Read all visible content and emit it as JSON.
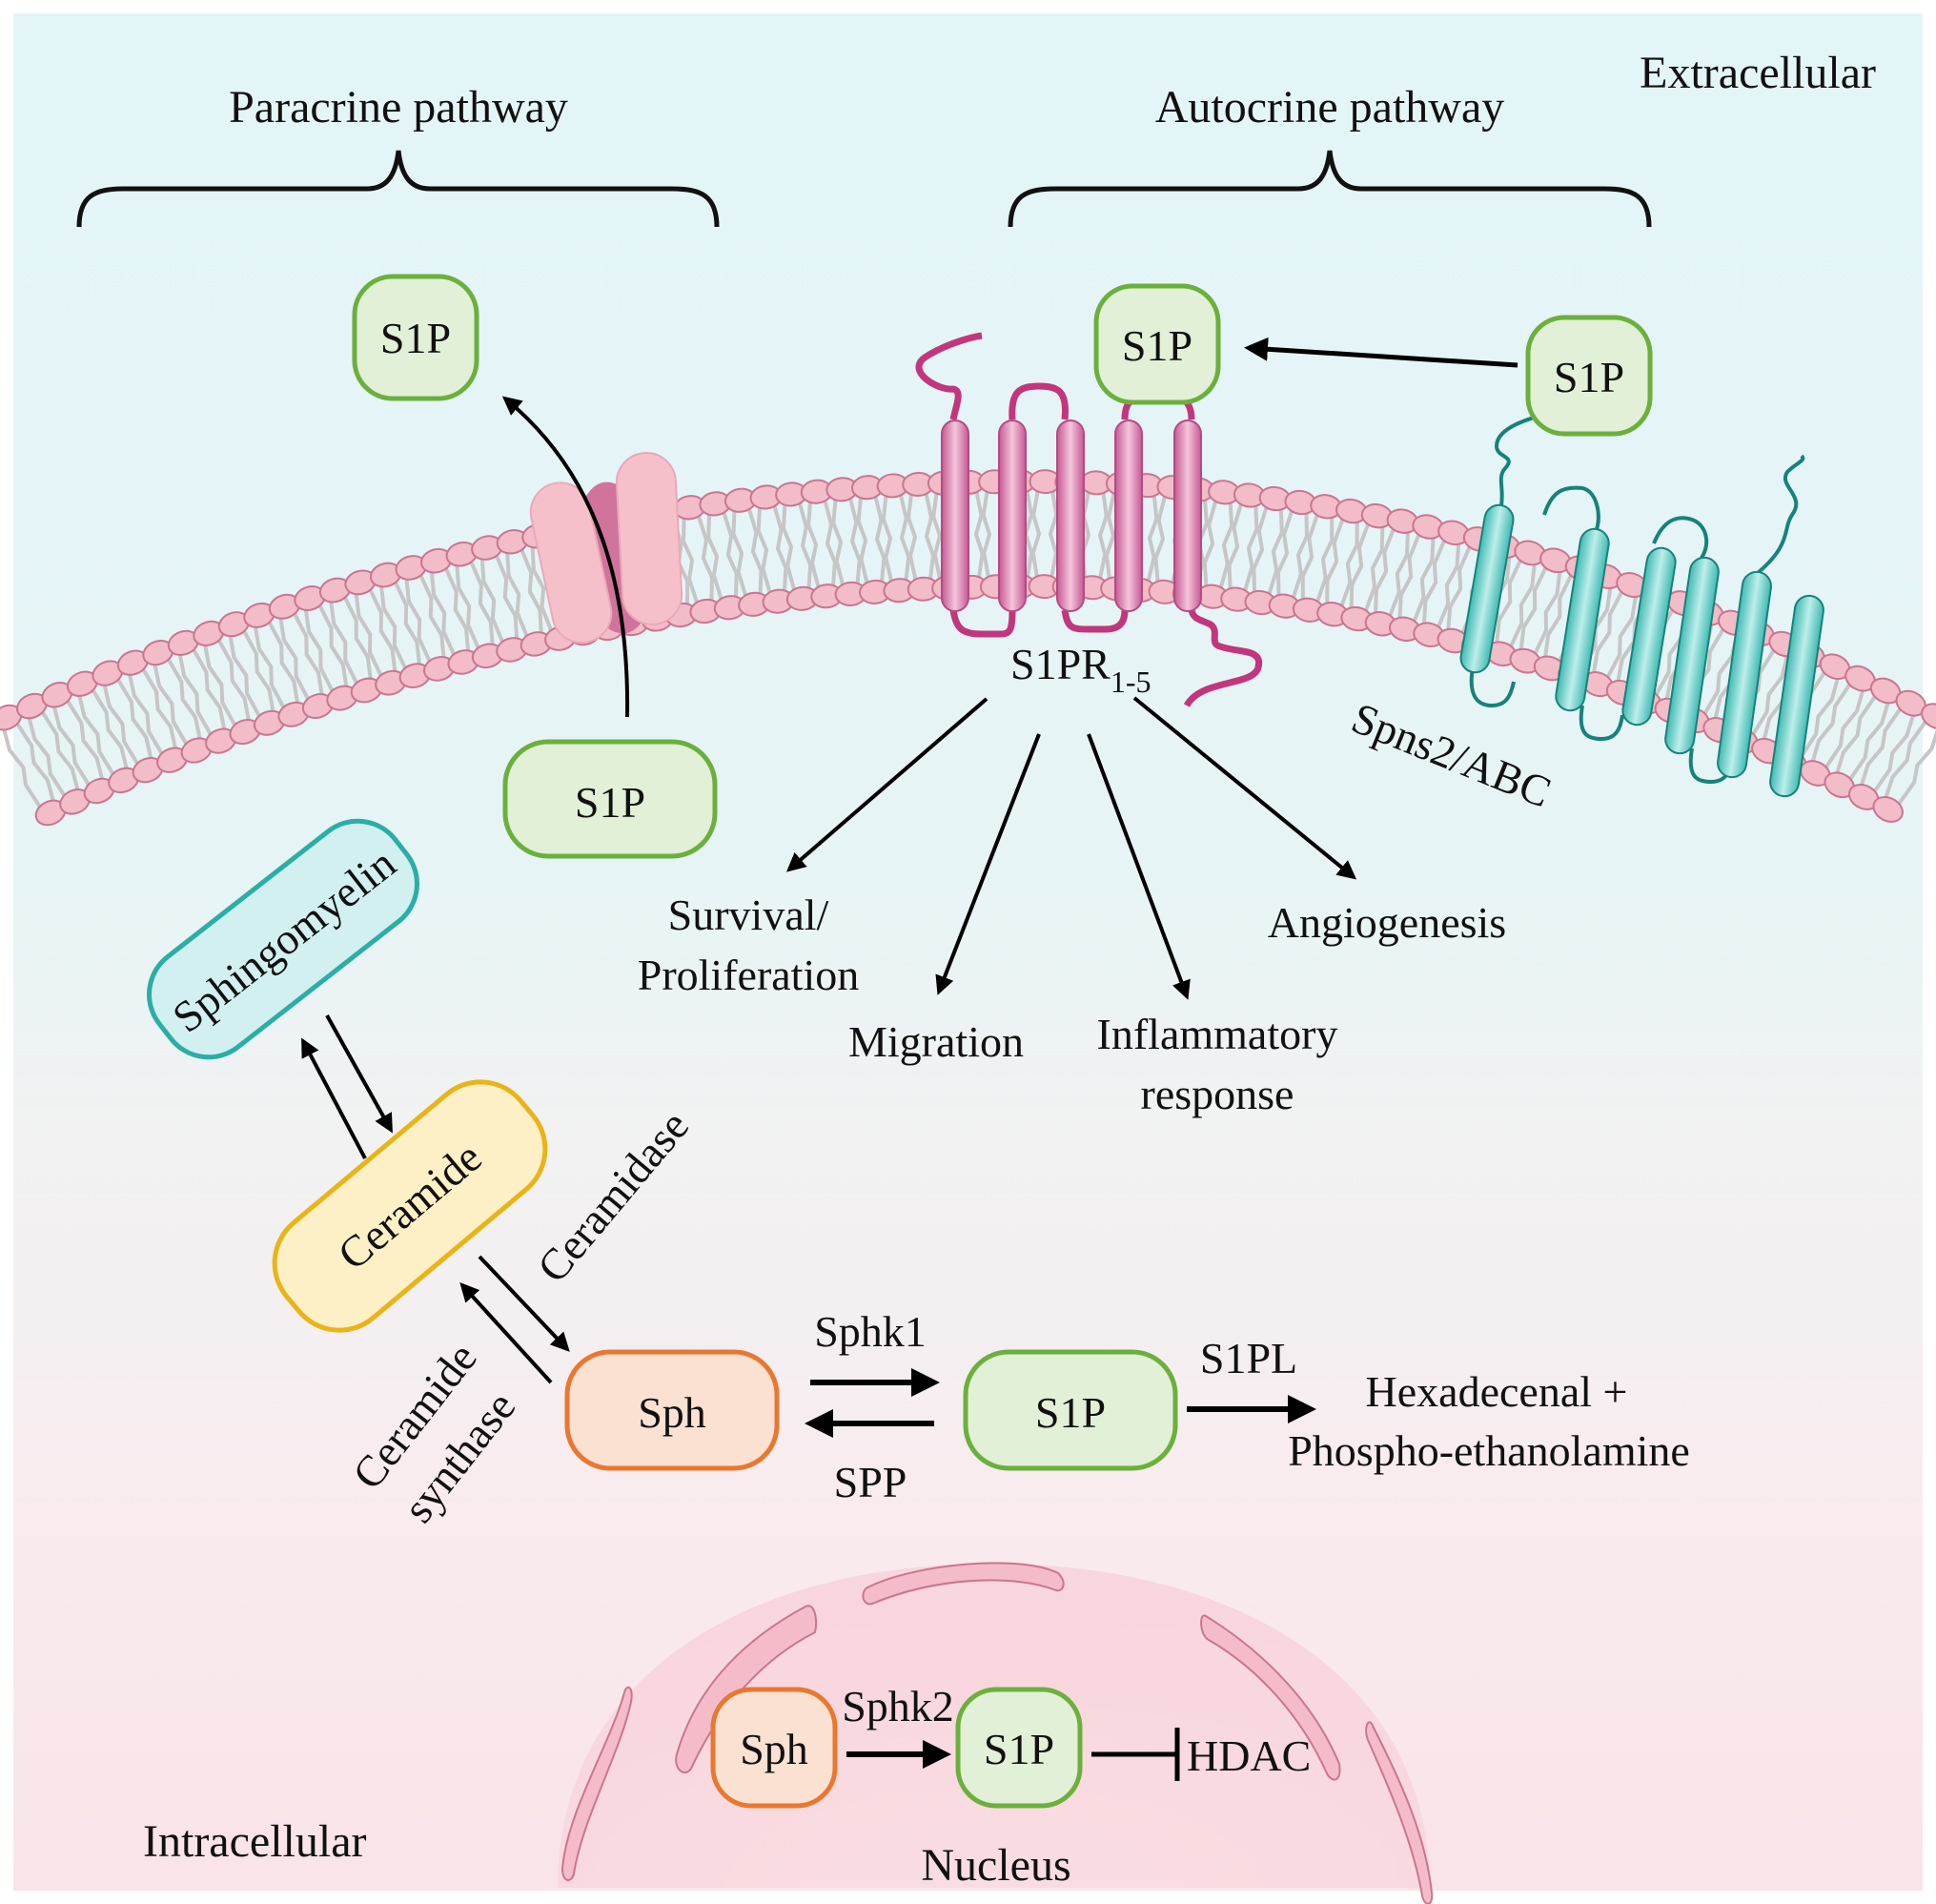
{
  "regions": {
    "extracellular": "Extracellular",
    "intracellular": "Intracellular",
    "nucleus": "Nucleus"
  },
  "pathways": {
    "paracrine": "Paracrine pathway",
    "autocrine": "Autocrine pathway"
  },
  "membrane_proteins": {
    "receptor": {
      "base": "S1PR",
      "subscript": "1-5"
    },
    "transporter": "Spns2/ABC"
  },
  "nodes": {
    "s1p_paracrine_out": "S1P",
    "s1p_paracrine_in": "S1P",
    "s1p_bound_receptor": "S1P",
    "s1p_transporter": "S1P",
    "sphingomyelin": "Sphingomyelin",
    "ceramide": "Ceramide",
    "sph_cyto": "Sph",
    "s1p_cyto": "S1P",
    "sph_nuc": "Sph",
    "s1p_nuc": "S1P"
  },
  "effects": {
    "survival_line1": "Survival/",
    "survival_line2": "Proliferation",
    "migration": "Migration",
    "inflammatory_line1": "Inflammatory",
    "inflammatory_line2": "response",
    "angiogenesis": "Angiogenesis"
  },
  "enzymes": {
    "ceramidase": "Ceramidase",
    "ceramide_synthase_line1": "Ceramide",
    "ceramide_synthase_line2": "synthase",
    "sphk1": "Sphk1",
    "spp": "SPP",
    "s1pl": "S1PL",
    "sphk2": "Sphk2"
  },
  "products": {
    "line1": "Hexadecenal +",
    "line2": "Phospho-ethanolamine"
  },
  "targets": {
    "hdac": "HDAC"
  },
  "colors": {
    "bg_top": "#e4f5f8",
    "bg_mid": "#f2f2f2",
    "bg_bottom": "#f9e4e8",
    "s1p_fill": "#e1f0d6",
    "s1p_stroke": "#6bb03c",
    "sph_fill": "#fbe1d2",
    "sph_stroke": "#e9782f",
    "ceramide_fill": "#fdefc6",
    "ceramide_stroke": "#e8b418",
    "sphingomyelin_fill": "#d2f0ef",
    "sphingomyelin_stroke": "#2aaea6",
    "lipid_head": "#f2bcc8",
    "lipid_stroke": "#c9768e",
    "lipid_tail": "#c6c6c6",
    "receptor": "#d86ca3",
    "receptor_loop": "#c2367d",
    "transporter": "#6fd2cc",
    "transporter_loop": "#17827a",
    "channel_light": "#f6c0cb",
    "channel_dark": "#d0749c",
    "nucleus_fill": "#f8d8de",
    "nucleus_pore": "#e8a9bc"
  }
}
